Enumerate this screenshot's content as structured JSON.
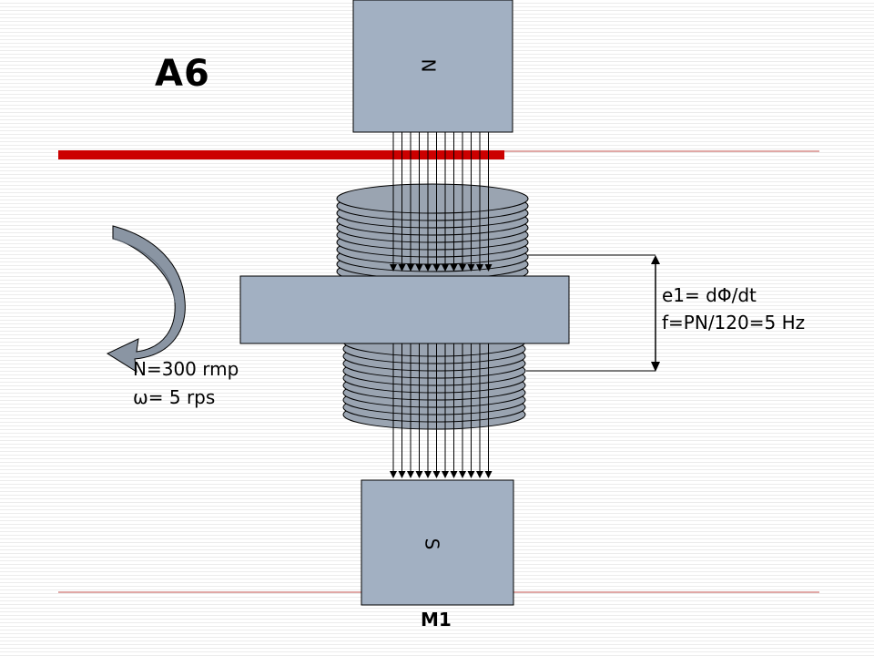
{
  "title": "A6",
  "poles": {
    "north": "N",
    "south": "S"
  },
  "rotation": {
    "speed_rpm_text": "N=300 rmp",
    "speed_rps_text": "ω= 5 rps"
  },
  "equations": {
    "emf": "e1= dΦ/dt",
    "frequency": "f=PN/120=5 Hz"
  },
  "machine_label": "M1",
  "colors": {
    "accent_red": "#cc0000",
    "pole_fill": "#a2b0c2",
    "coil_fill": "#9aa4b1",
    "arrow_fill": "#8a95a3",
    "rule_line": "#c0504d"
  }
}
